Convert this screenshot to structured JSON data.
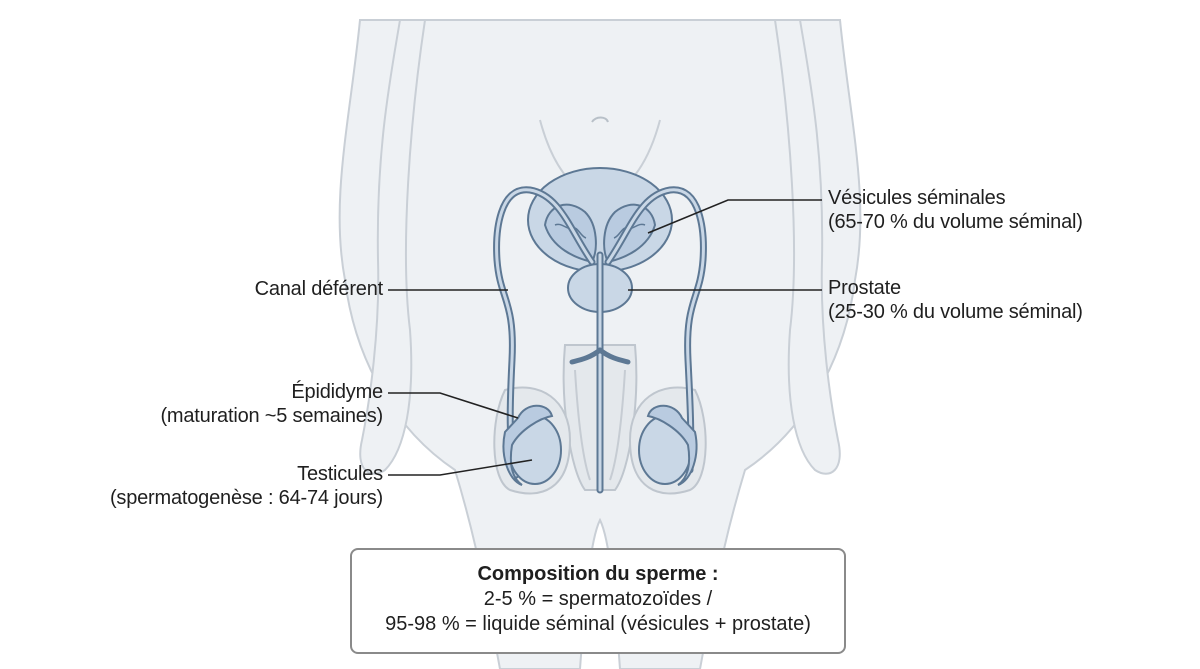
{
  "labels": {
    "seminal_vesicles": {
      "name": "Vésicules séminales",
      "detail": "(65-70 % du volume séminal)"
    },
    "prostate": {
      "name": "Prostate",
      "detail": "(25-30 % du volume séminal)"
    },
    "vas_deferens": {
      "name": "Canal déférent"
    },
    "epididymis": {
      "name": "Épididyme",
      "detail": "(maturation ~5 semaines)"
    },
    "testicles": {
      "name": "Testicules",
      "detail": "(spermatogenèse : 64-74 jours)"
    }
  },
  "composition": {
    "title": "Composition du sperme :",
    "line1": "2-5 % = spermatozoïdes /",
    "line2": "95-98 % = liquide séminal (vésicules + prostate)"
  },
  "colors": {
    "body_fill": "#eef1f4",
    "body_stroke": "#c9cfd6",
    "organ_fill": "#c9d7e6",
    "organ_stroke": "#5d7894",
    "leader_line": "#222222"
  }
}
